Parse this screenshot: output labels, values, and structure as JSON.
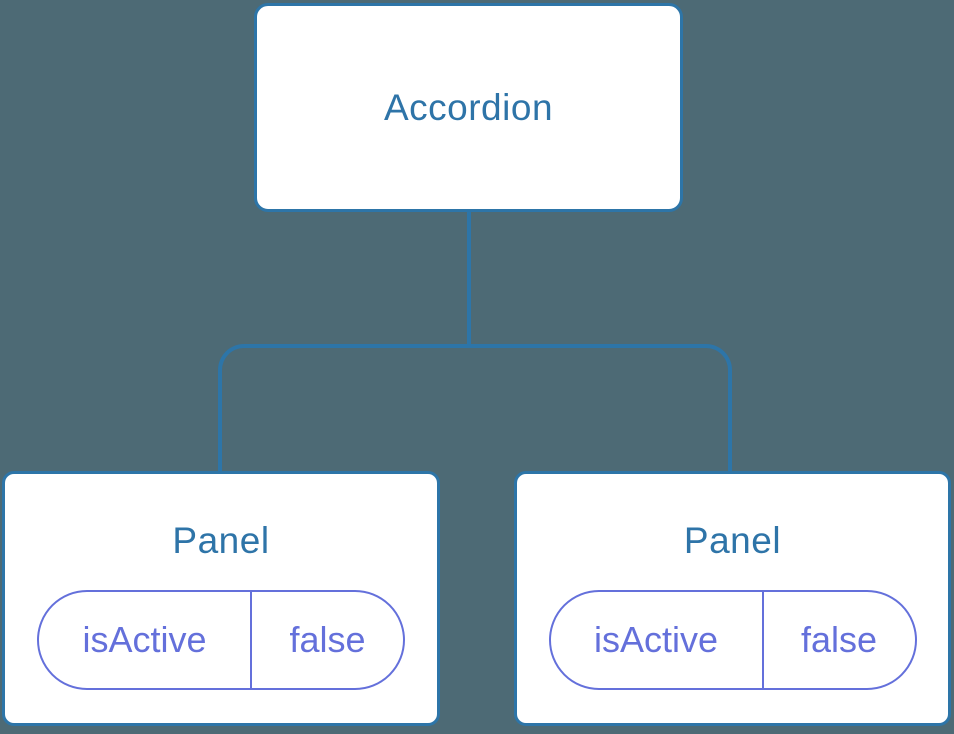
{
  "diagram": {
    "type": "component-tree",
    "root": {
      "label": "Accordion"
    },
    "children": [
      {
        "label": "Panel",
        "state": {
          "key": "isActive",
          "value": "false"
        }
      },
      {
        "label": "Panel",
        "state": {
          "key": "isActive",
          "value": "false"
        }
      }
    ],
    "colors": {
      "background": "#4D6A75",
      "node_background": "#FFFFFF",
      "node_border": "#2D75A8",
      "node_text": "#2E74A8",
      "connector": "#2D75A8",
      "state_accent": "#6470DB"
    }
  }
}
